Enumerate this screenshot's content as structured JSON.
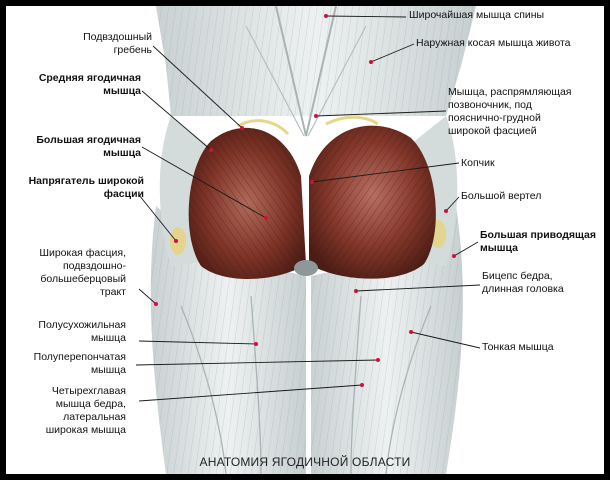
{
  "caption": "АНАТОМИЯ ЯГОДИЧНОЙ ОБЛАСТИ",
  "labels": {
    "latissimus": "Широчайшая мышца спины",
    "external_oblique": "Наружная косая мышца живота",
    "iliac_crest": "Подвздошный\nгребень",
    "gluteus_medius": "Средняя ягодичная\nмышца",
    "erector_spinae": "Мышца, распрямляющая\nпозвоночник, под\nпояснично-грудной\nширокой фасцией",
    "gluteus_maximus": "Большая ягодичная\nмышца",
    "coccyx": "Копчик",
    "tensor_fasciae_latae": "Напрягатель широкой\nфасции",
    "greater_trochanter": "Большой вертел",
    "adductor_magnus": "Большая приводящая\nмышца",
    "fascia_lata": "Широкая фасция,\nподвздошно-\nбольшеберцовый\nтракт",
    "biceps_femoris": "Бицепс бедра,\nдлинная головка",
    "semitendinosus": "Полусухожильная\nмышца",
    "gracilis": "Тонкая мышца",
    "semimembranosus": "Полуперепончатая\nмышца",
    "vastus_lateralis": "Четырехглавая\nмышца бедра,\nлатеральная\nширокая мышца"
  },
  "colors": {
    "frame": "#000000",
    "muscle_red": "#8b3a2c",
    "muscle_pale": "#d8dede",
    "marker": "#d0103a",
    "label_text": "#111111"
  }
}
